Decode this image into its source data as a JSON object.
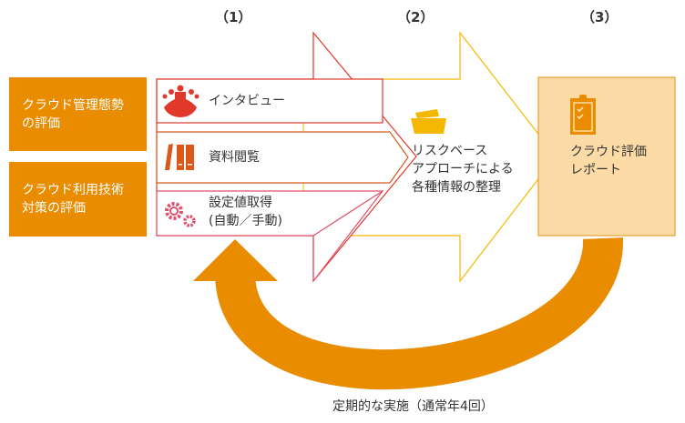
{
  "steps": [
    "（1）",
    "（2）",
    "（3）"
  ],
  "left_boxes": [
    {
      "line1": "クラウド管理態勢",
      "line2": "の評価"
    },
    {
      "line1": "クラウド利用技術",
      "line2": "対策の評価"
    }
  ],
  "inputs": [
    {
      "label": "インタビュー",
      "icon": "people-icon"
    },
    {
      "label": "資料閲覧",
      "icon": "books-icon"
    },
    {
      "label_line1": "設定値取得",
      "label_line2": "(自動／手動)",
      "icon": "gears-icon"
    }
  ],
  "analysis": {
    "line1": "リスクベース",
    "line2": "アプローチによる",
    "line3": "各種情報の整理",
    "icon": "folder-icon"
  },
  "report": {
    "line1": "クラウド評価",
    "line2": "レポート",
    "icon": "clipboard-icon"
  },
  "cycle_label": "定期的な実施（通常年4回）",
  "colors": {
    "orange": "#e98c00",
    "red": "#e0392b",
    "yellow": "#f5b800",
    "pink": "#e0506a",
    "report_fill": "#fddba6"
  }
}
